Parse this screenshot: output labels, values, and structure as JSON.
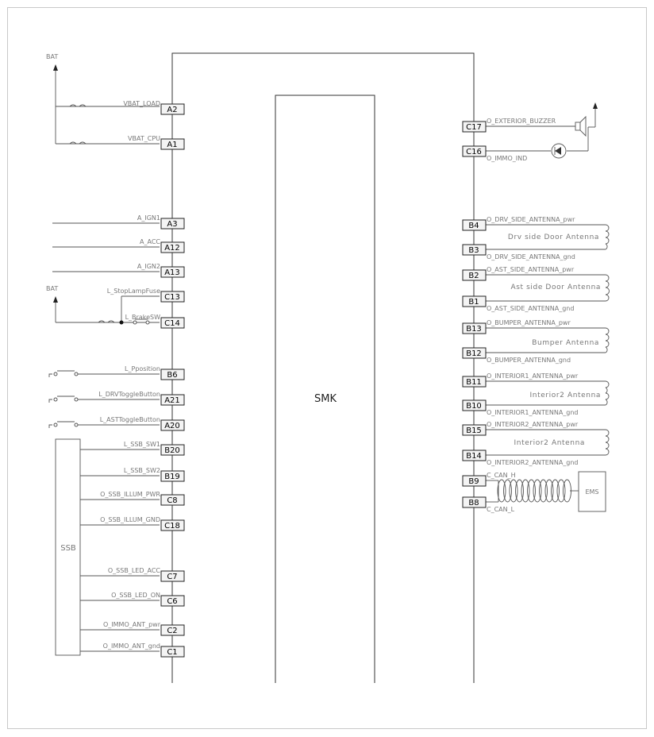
{
  "module": {
    "title": "SMK"
  },
  "ssb": {
    "label": "SSB"
  },
  "ems": {
    "label": "EMS"
  },
  "power": {
    "bat_top": "BAT",
    "bat_mid": "BAT"
  },
  "left_pins": [
    {
      "pin": "A2",
      "signal": "VBAT_LOAD"
    },
    {
      "pin": "A1",
      "signal": "VBAT_CPU"
    },
    {
      "pin": "A3",
      "signal": "A_IGN1"
    },
    {
      "pin": "A12",
      "signal": "A_ACC"
    },
    {
      "pin": "A13",
      "signal": "A_IGN2"
    },
    {
      "pin": "C13",
      "signal": "L_StopLampFuse"
    },
    {
      "pin": "C14",
      "signal": "L_BrakeSW"
    },
    {
      "pin": "B6",
      "signal": "L_Pposition"
    },
    {
      "pin": "A21",
      "signal": "L_DRVToggleButton"
    },
    {
      "pin": "A20",
      "signal": "L_ASTToggleButton"
    },
    {
      "pin": "B20",
      "signal": "L_SSB_SW1"
    },
    {
      "pin": "B19",
      "signal": "L_SSB_SW2"
    },
    {
      "pin": "C8",
      "signal": "O_SSB_ILLUM_PWR"
    },
    {
      "pin": "C18",
      "signal": "O_SSB_ILLUM_GND"
    },
    {
      "pin": "C7",
      "signal": "O_SSB_LED_ACC"
    },
    {
      "pin": "C6",
      "signal": "O_SSB_LED_ON"
    },
    {
      "pin": "C2",
      "signal": "O_IMMO_ANT_pwr"
    },
    {
      "pin": "C1",
      "signal": "O_IMMO_ANT_gnd"
    }
  ],
  "right_pins": [
    {
      "pin": "C17",
      "signal": "O_EXTERIOR_BUZZER"
    },
    {
      "pin": "C16",
      "signal": "O_IMMO_IND"
    },
    {
      "pin": "B4",
      "signal": "O_DRV_SIDE_ANTENNA_pwr"
    },
    {
      "pin": "B3",
      "signal": "O_DRV_SIDE_ANTENNA_gnd"
    },
    {
      "pin": "B2",
      "signal": "O_AST_SIDE_ANTENNA_pwr"
    },
    {
      "pin": "B1",
      "signal": "O_AST_SIDE_ANTENNA_gnd"
    },
    {
      "pin": "B13",
      "signal": "O_BUMPER_ANTENNA_pwr"
    },
    {
      "pin": "B12",
      "signal": "O_BUMPER_ANTENNA_gnd"
    },
    {
      "pin": "B11",
      "signal": "O_INTERIOR1_ANTENNA_pwr"
    },
    {
      "pin": "B10",
      "signal": "O_INTERIOR1_ANTENNA_gnd"
    },
    {
      "pin": "B15",
      "signal": "O_INTERIOR2_ANTENNA_pwr"
    },
    {
      "pin": "B14",
      "signal": "O_INTERIOR2_ANTENNA_gnd"
    },
    {
      "pin": "B9",
      "signal": "C_CAN_H"
    },
    {
      "pin": "B8",
      "signal": "C_CAN_L"
    }
  ],
  "antennas": [
    "Drv side Door Antenna",
    "Ast side Door Antenna",
    "Bumper Antenna",
    "Interior2 Antenna",
    "Interior2 Antenna"
  ]
}
